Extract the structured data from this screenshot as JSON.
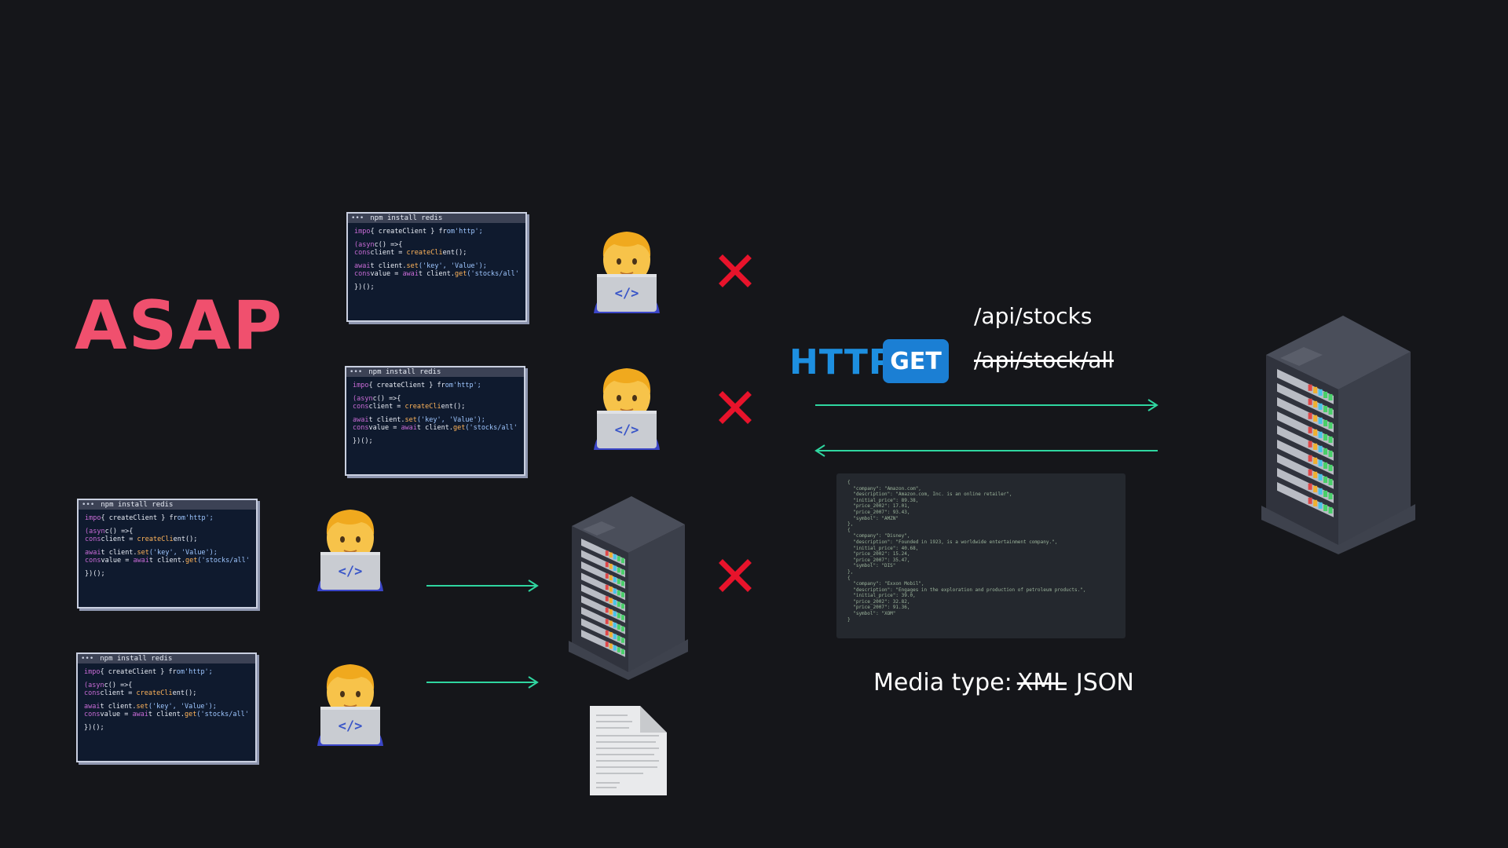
{
  "headline": "ASAP",
  "code_window": {
    "title": "npm install redis",
    "lines": [
      [
        "impo",
        "{ createClient }",
        " fr",
        "om'http';"
      ],
      [
        "(asyn",
        "c() =>{"
      ],
      [
        "cons",
        "client = ",
        "createCli",
        "ent();"
      ],
      [
        "awai",
        "t client.",
        "set",
        "('key', 'Value');"
      ],
      [
        "cons",
        "value = ",
        "awai",
        "t client.",
        "get",
        "('stocks/all'"
      ],
      [
        "})();"
      ]
    ]
  },
  "protocol": "HTTP",
  "method": "GET",
  "endpoints": {
    "current": "/api/stocks",
    "old": "/api/stock/all"
  },
  "response_json": "{\n  \"company\": \"Amazon.com\",\n  \"description\": \"Amazon.com, Inc. is an online retailer\",\n  \"initial_price\": 89.38,\n  \"price_2002\": 17.01,\n  \"price_2007\": 93.43,\n  \"symbol\": \"AMZN\"\n},\n{\n  \"company\": \"Disney\",\n  \"description\": \"Founded in 1923, is a worldwide entertainment company.\",\n  \"initial_price\": 40.68,\n  \"price_2002\": 15.24,\n  \"price_2007\": 35.47,\n  \"symbol\": \"DIS\"\n},\n{\n  \"company\": \"Exxon Mobil\",\n  \"description\": \"Engages in the exploration and production of petroleum products.\",\n  \"initial_price\": 39.0,\n  \"price_2002\": 32.82,\n  \"price_2007\": 91.36,\n  \"symbol\": \"XOM\"\n}",
  "media": {
    "label": "Media type:",
    "old": "XML",
    "current": "JSON"
  },
  "icons": {
    "developer": "developer-laptop-icon",
    "server": "server-rack-icon",
    "document": "document-icon",
    "reject": "red-x-icon"
  },
  "colors": {
    "background": "#15161a",
    "asap": "#f0506e",
    "http": "#1d8fe0",
    "arrow": "#2fd6a0",
    "reject": "#e8132b"
  }
}
